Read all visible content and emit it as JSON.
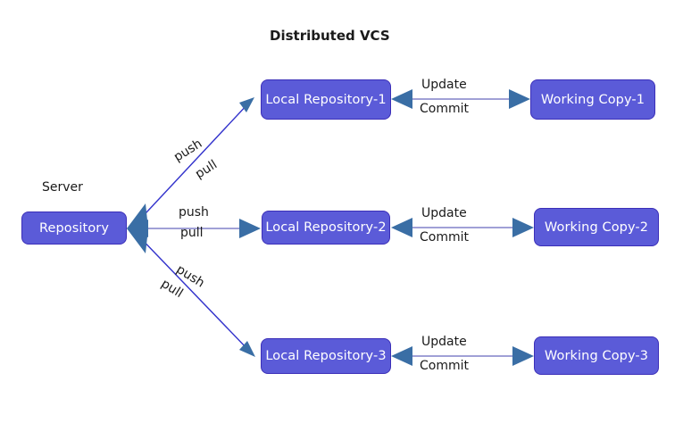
{
  "title": "Distributed VCS",
  "colors": {
    "node_fill": "#5b5bd8",
    "node_border": "#3b2fb8",
    "node_text": "#ffffff",
    "background": "#ffffff",
    "text": "#1a1a1a",
    "arrow_head": "#3a6ea5",
    "straight_line": "#8080c8",
    "diagonal_line": "#3333cc"
  },
  "server": {
    "label": "Server",
    "node": "Repository"
  },
  "rows": [
    {
      "local_repository": "Local Repository-1",
      "working_copy": "Working Copy-1",
      "hub_edge": {
        "top": "push",
        "bottom": "pull"
      },
      "copy_edge": {
        "top": "Update",
        "bottom": "Commit"
      }
    },
    {
      "local_repository": "Local Repository-2",
      "working_copy": "Working Copy-2",
      "hub_edge": {
        "top": "push",
        "bottom": "pull"
      },
      "copy_edge": {
        "top": "Update",
        "bottom": "Commit"
      }
    },
    {
      "local_repository": "Local Repository-3",
      "working_copy": "Working Copy-3",
      "hub_edge": {
        "top": "push",
        "bottom": "pull"
      },
      "copy_edge": {
        "top": "Update",
        "bottom": "Commit"
      }
    }
  ]
}
